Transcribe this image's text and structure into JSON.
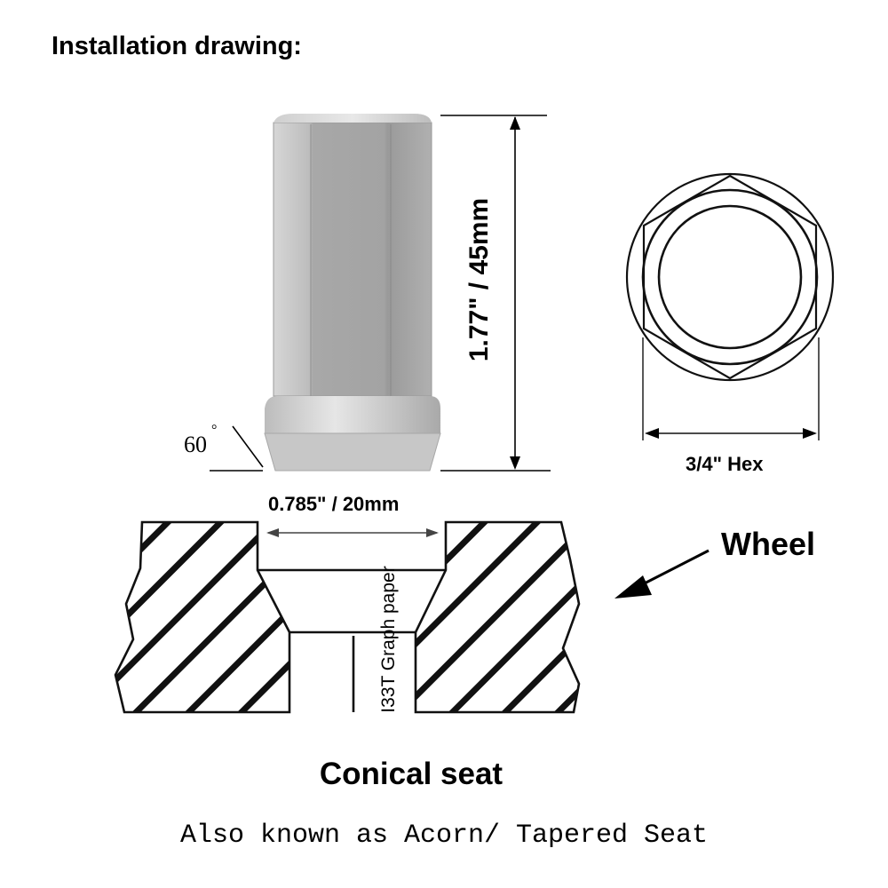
{
  "title": "Installation drawing:",
  "dimensions": {
    "height": "1.77\" / 45mm",
    "seat_angle": "60",
    "seat_angle_unit": "°",
    "hex": "3/4\" Hex",
    "thread_width": "0.785\" / 20mm"
  },
  "wheel_label": "Wheel",
  "watermark": "I33T Graph paper",
  "caption": "Conical seat",
  "subcaption": "Also known as Acorn/ Tapered Seat"
}
